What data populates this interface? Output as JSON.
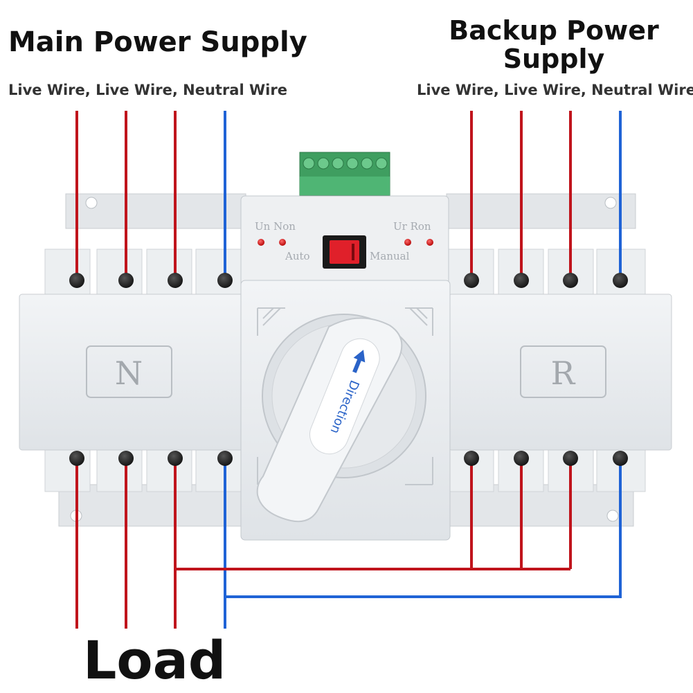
{
  "main_supply": {
    "title": "Main Power Supply",
    "wires": "Live Wire, Live Wire, Neutral Wire"
  },
  "backup_supply": {
    "title_line1": "Backup Power",
    "title_line2": "Supply",
    "wires": "Live Wire, Live Wire, Neutral Wire"
  },
  "load_label": "Load",
  "device": {
    "left_panel_letter": "N",
    "right_panel_letter": "R",
    "indicator_left": "Un Non",
    "indicator_right": "Ur Ron",
    "mode_auto": "Auto",
    "mode_manual": "Manual",
    "handle_label": "Direction"
  },
  "colors": {
    "live_wire": "#c0141c",
    "neutral_wire": "#1f63d6",
    "device_body": "#e9ecef",
    "terminal_block": "#4fb574",
    "switch_red": "#e0202a"
  }
}
